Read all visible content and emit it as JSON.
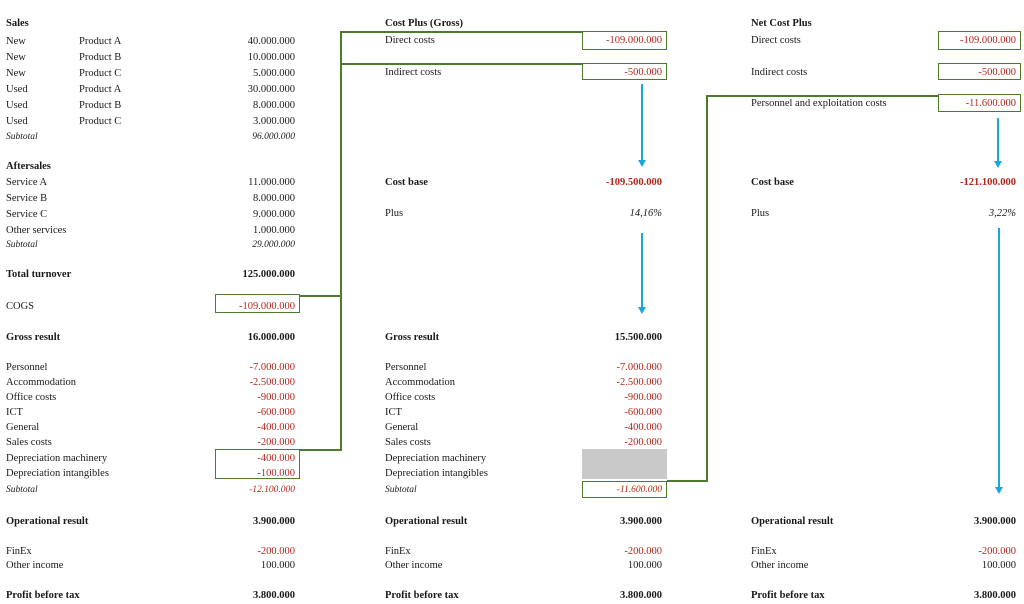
{
  "sales": {
    "header": "Sales",
    "rows": [
      {
        "type": "New",
        "product": "Product A",
        "value": "40.000.000"
      },
      {
        "type": "New",
        "product": "Product B",
        "value": "10.000.000"
      },
      {
        "type": "New",
        "product": "Product C",
        "value": "5.000.000"
      },
      {
        "type": "Used",
        "product": "Product A",
        "value": "30.000.000"
      },
      {
        "type": "Used",
        "product": "Product B",
        "value": "8.000.000"
      },
      {
        "type": "Used",
        "product": "Product C",
        "value": "3.000.000"
      }
    ],
    "subtotal_label": "Subtotal",
    "subtotal": "96.000.000"
  },
  "aftersales": {
    "header": "Aftersales",
    "rows": [
      {
        "label": "Service A",
        "value": "11.000.000"
      },
      {
        "label": "Service B",
        "value": "8.000.000"
      },
      {
        "label": "Service C",
        "value": "9.000.000"
      },
      {
        "label": "Other services",
        "value": "1.000.000"
      }
    ],
    "subtotal_label": "Subtotal",
    "subtotal": "29.000.000"
  },
  "total_turnover": {
    "label": "Total turnover",
    "value": "125.000.000"
  },
  "cogs": {
    "label": "COGS",
    "value": "-109.000.000"
  },
  "gross_result": {
    "label": "Gross result",
    "value": "16.000.000"
  },
  "opex": {
    "rows": [
      {
        "label": "Personnel",
        "value": "-7.000.000"
      },
      {
        "label": "Accommodation",
        "value": "-2.500.000"
      },
      {
        "label": "Office costs",
        "value": "-900.000"
      },
      {
        "label": "ICT",
        "value": "-600.000"
      },
      {
        "label": "General",
        "value": "-400.000"
      },
      {
        "label": "Sales costs",
        "value": "-200.000"
      },
      {
        "label": "Depreciation machinery",
        "value": "-400.000"
      },
      {
        "label": "Depreciation intangibles",
        "value": "-100.000"
      }
    ],
    "subtotal_label": "Subtotal",
    "subtotal": "-12.100.000"
  },
  "operational_result": {
    "label": "Operational result",
    "value": "3.900.000"
  },
  "finex": {
    "label": "FinEx",
    "value": "-200.000"
  },
  "other_income": {
    "label": "Other income",
    "value": "100.000"
  },
  "profit_before_tax": {
    "label": "Profit before tax",
    "value": "3.800.000"
  },
  "cost_plus": {
    "header": "Cost Plus (Gross)",
    "direct_costs": {
      "label": "Direct costs",
      "value": "-109.000.000"
    },
    "indirect_costs": {
      "label": "Indirect costs",
      "value": "-500.000"
    },
    "cost_base": {
      "label": "Cost base",
      "value": "-109.500.000"
    },
    "plus": {
      "label": "Plus",
      "value": "14,16%"
    },
    "gross_result": {
      "label": "Gross result",
      "value": "15.500.000"
    },
    "opex": {
      "rows": [
        {
          "label": "Personnel",
          "value": "-7.000.000"
        },
        {
          "label": "Accommodation",
          "value": "-2.500.000"
        },
        {
          "label": "Office costs",
          "value": "-900.000"
        },
        {
          "label": "ICT",
          "value": "-600.000"
        },
        {
          "label": "General",
          "value": "-400.000"
        },
        {
          "label": "Sales costs",
          "value": "-200.000"
        },
        {
          "label": "Depreciation machinery",
          "value": ""
        },
        {
          "label": "Depreciation intangibles",
          "value": ""
        }
      ],
      "subtotal_label": "Subtotal",
      "subtotal": "-11.600.000"
    },
    "operational_result": {
      "label": "Operational result",
      "value": "3.900.000"
    },
    "finex": {
      "label": "FinEx",
      "value": "-200.000"
    },
    "other_income": {
      "label": "Other income",
      "value": "100.000"
    },
    "profit_before_tax": {
      "label": "Profit before tax",
      "value": "3.800.000"
    }
  },
  "net_cost_plus": {
    "header": "Net Cost Plus",
    "direct_costs": {
      "label": "Direct costs",
      "value": "-109.000.000"
    },
    "indirect_costs": {
      "label": "Indirect costs",
      "value": "-500.000"
    },
    "personnel_exploitation": {
      "label": "Personnel and exploitation costs",
      "value": "-11.600.000"
    },
    "cost_base": {
      "label": "Cost base",
      "value": "-121.100.000"
    },
    "plus": {
      "label": "Plus",
      "value": "3,22%"
    },
    "operational_result": {
      "label": "Operational result",
      "value": "3.900.000"
    },
    "finex": {
      "label": "FinEx",
      "value": "-200.000"
    },
    "other_income": {
      "label": "Other income",
      "value": "100.000"
    },
    "profit_before_tax": {
      "label": "Profit before tax",
      "value": "3.800.000"
    }
  },
  "colors": {
    "negative": "#b3261e",
    "box_border": "#4e7a2c",
    "arrow": "#1ba6dd",
    "shaded_cell": "#c9c9c9"
  }
}
